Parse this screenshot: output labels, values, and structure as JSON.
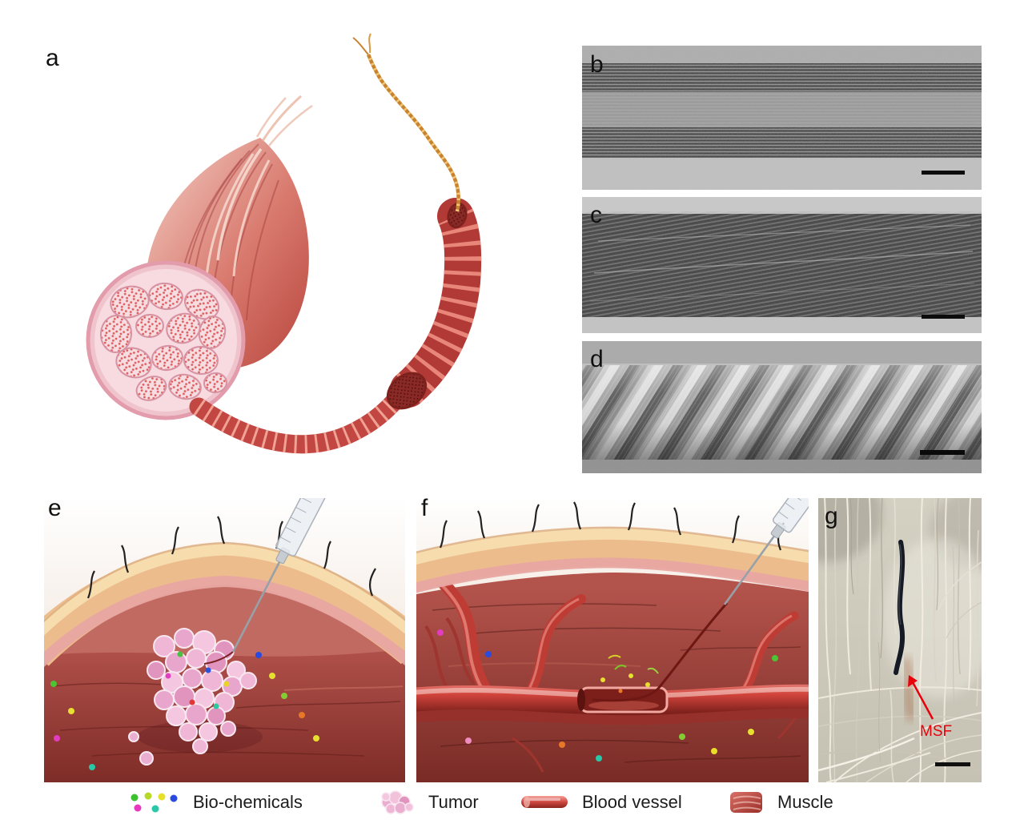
{
  "figure": {
    "panel_labels": {
      "a": "a",
      "b": "b",
      "c": "c",
      "d": "d",
      "e": "e",
      "f": "f",
      "g": "g"
    },
    "annotations": {
      "msf": "MSF"
    },
    "legend": {
      "biochemicals": "Bio-chemicals",
      "tumor": "Tumor",
      "blood_vessel": "Blood vessel",
      "muscle": "Muscle"
    },
    "colors": {
      "annotation_red": "#e8000b",
      "skin_tan": "#ecbc8c",
      "muscle_red": "#b3544c",
      "vessel_red": "#d2453d",
      "tumor_pink": "#eaaed0",
      "thread_gold": "#c8832e"
    }
  }
}
